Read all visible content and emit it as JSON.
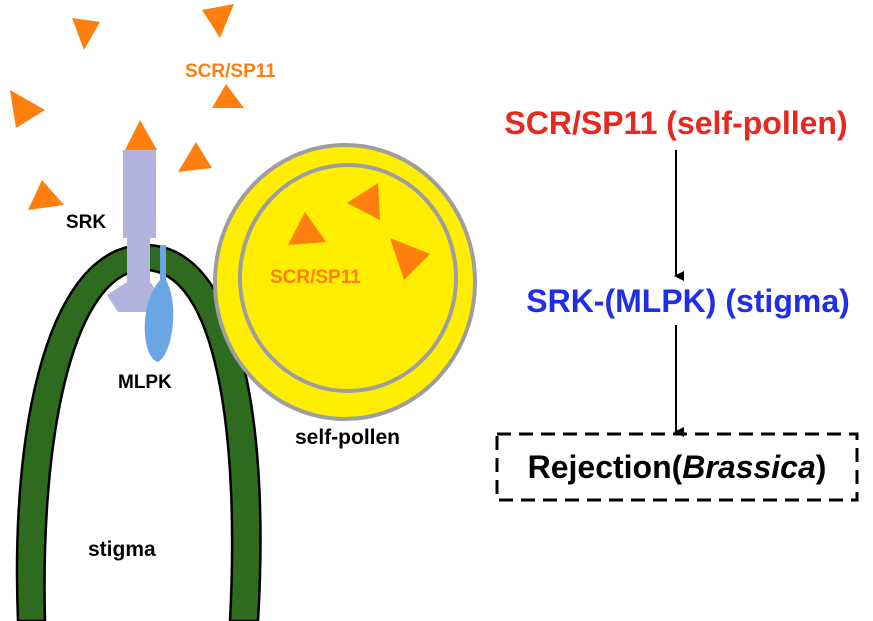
{
  "diagram": {
    "labels": {
      "scr_outside": "SCR/SP11",
      "scr_inside": "SCR/SP11",
      "srk": "SRK",
      "mlpk": "MLPK",
      "self_pollen": "self-pollen",
      "stigma": "stigma"
    },
    "flow": {
      "step1": "SCR/SP11 (self-pollen)",
      "step2": "SRK-(MLPK) (stigma)",
      "result_prefix": "Rejection(",
      "result_italic": "Brassica",
      "result_suffix": ")"
    },
    "colors": {
      "ligand": "#ff7f0e",
      "stigma_tissue": "#2e6b1f",
      "pollen_fill": "#ffee00",
      "pollen_ring": "#9e9e9e",
      "srk": "#b3b3e0",
      "mlpk": "#6aa6e3",
      "step1_text": "#e8281e",
      "step2_text": "#1f2ee8",
      "result_text": "#000000"
    },
    "icons": {
      "ligand": "triangle-icon",
      "arrow": "arrow-down-icon"
    }
  }
}
